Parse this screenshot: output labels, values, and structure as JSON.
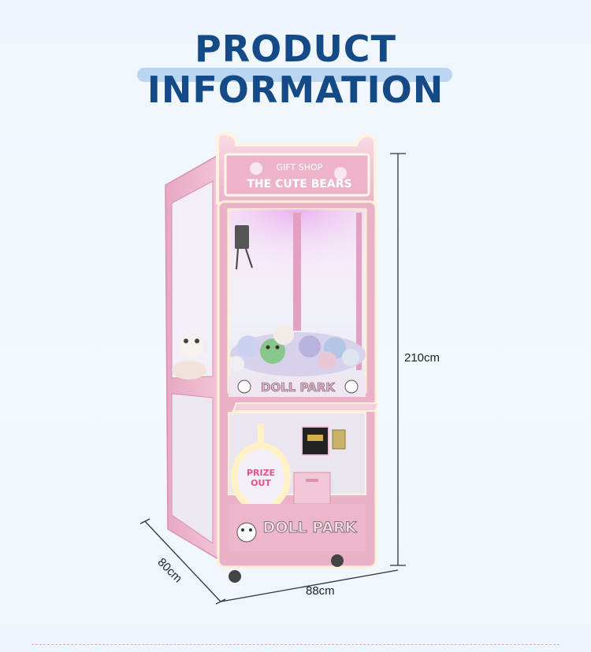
{
  "title": {
    "line1": "PRODUCT",
    "line2": "INFORMATION"
  },
  "machine": {
    "sign_small": "GIFT SHOP",
    "sign_main": "THE CUTE BEARS",
    "middle_logo": "DOLL PARK",
    "bottom_logo": "DOLL PARK",
    "prize_label_line1": "PRIZE",
    "prize_label_line2": "OUT",
    "cabinet_color": "#eab2c8",
    "glow_color": "#fff1d8"
  },
  "dimensions": {
    "height": "210cm",
    "width": "88cm",
    "depth": "80cm"
  }
}
